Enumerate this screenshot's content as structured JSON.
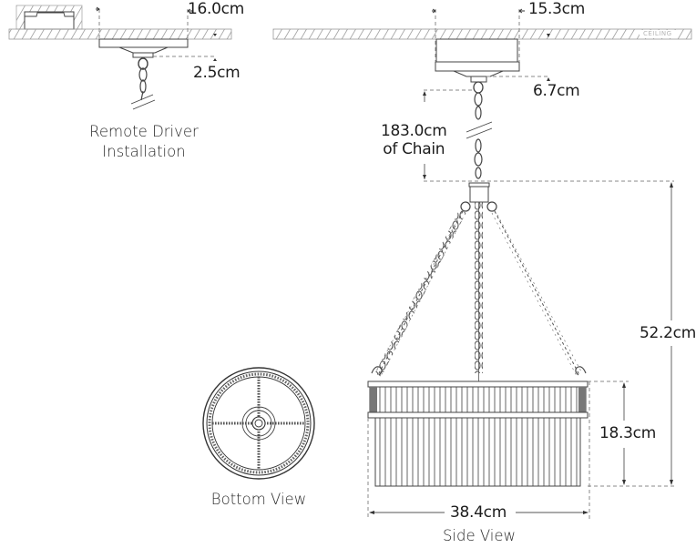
{
  "diagram": {
    "type": "dimension-drawing",
    "subject": "pendant light fixture",
    "views": {
      "remote_driver": {
        "caption_line1": "Remote Driver",
        "caption_line2": "Installation",
        "canopy_width": "16.0cm",
        "canopy_drop": "2.5cm"
      },
      "side_view": {
        "caption": "Side View",
        "canopy_width": "15.3cm",
        "canopy_height": "6.7cm",
        "chain_length_line1": "183.0cm",
        "chain_length_line2": "of Chain",
        "fixture_height": "52.2cm",
        "shade_height": "18.3cm",
        "shade_width": "38.4cm",
        "ceiling_label": "CEILING"
      },
      "bottom_view": {
        "caption": "Bottom View"
      }
    },
    "colors": {
      "line": "#3a3a3a",
      "dash": "#8a8a8a",
      "hatch": "#9a9a9a",
      "text": "#1c1c1c"
    }
  }
}
